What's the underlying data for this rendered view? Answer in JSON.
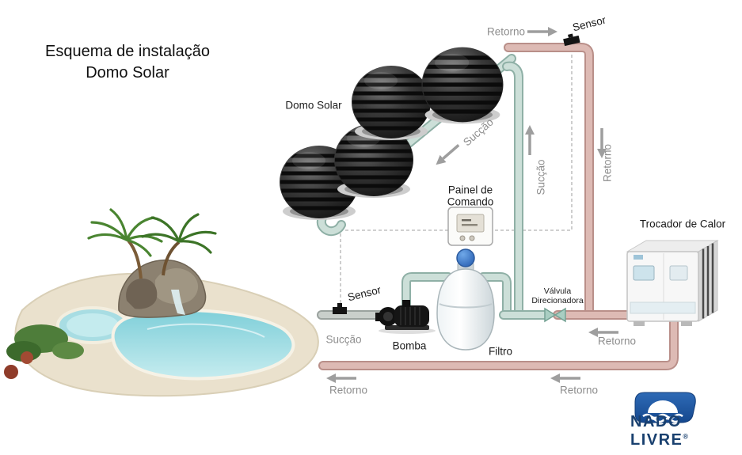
{
  "title": {
    "line1": "Esquema de instalação",
    "line2": "Domo Solar"
  },
  "components": {
    "domo_solar": "Domo Solar",
    "painel_line1": "Painel de",
    "painel_line2": "Comando",
    "trocador": "Trocador de Calor",
    "bomba": "Bomba",
    "filtro": "Filtro",
    "valvula_line1": "Válvula",
    "valvula_line2": "Direcionadora",
    "sensor_top": "Sensor",
    "sensor_pool": "Sensor"
  },
  "flow_labels": {
    "retorno_top": "Retorno",
    "retorno_right": "Retorno",
    "retorno_heater": "Retorno",
    "retorno_bottom_left": "Retorno",
    "retorno_bottom_mid": "Retorno",
    "succao_collector": "Sucção",
    "succao_riser": "Sucção",
    "succao_pool": "Sucção"
  },
  "logo": {
    "brand": "NADO LIVRE",
    "registered": "®"
  },
  "colors": {
    "suction_pipe": "#ccdfd8",
    "return_pipe": "#ddbab4",
    "arrow_gray": "#9e9e9e",
    "logo_blue": "#2e6ab6",
    "logo_text": "#19406f"
  }
}
